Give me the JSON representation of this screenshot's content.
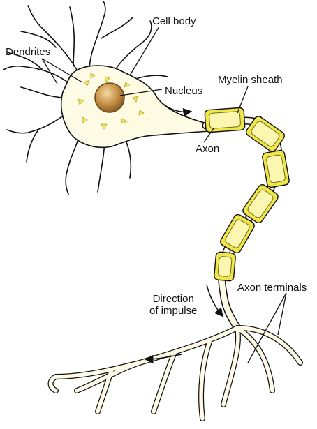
{
  "labels": {
    "dendrites": "Dendrites",
    "cell_body": "Cell body",
    "nucleus": "Nucleus",
    "myelin_sheath": "Myelin sheath",
    "axon": "Axon",
    "axon_terminals": "Axon terminals",
    "direction_of_impulse": "Direction\nof impulse"
  },
  "colors": {
    "cytoplasm": "#fdfbe6",
    "nucleus": "#b98a3c",
    "myelin": "#f0e64a",
    "myelin_light": "#fbf6b0",
    "outline": "#111111",
    "granules": "#f4e65c"
  }
}
